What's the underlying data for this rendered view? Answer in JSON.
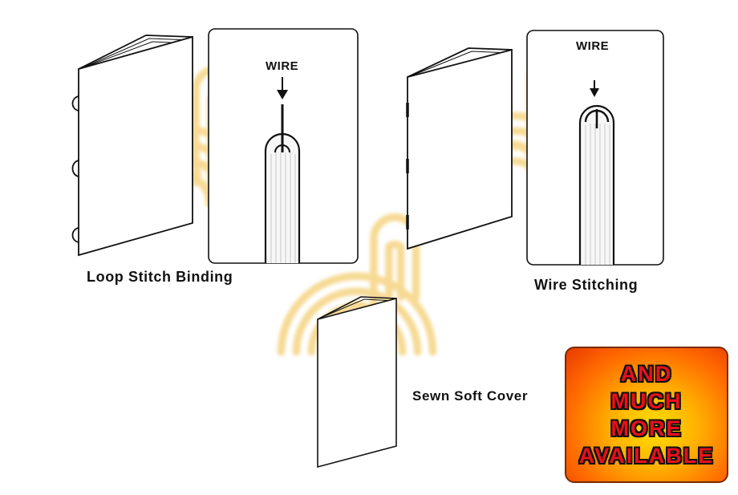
{
  "labels": {
    "loop_stitch": "Loop Stitch Binding",
    "wire_stitching": "Wire Stitching",
    "sewn_soft_cover": "Sewn Soft Cover"
  },
  "callouts": {
    "wire_1": "WIRE",
    "wire_2": "WIRE"
  },
  "badge": {
    "lines": [
      "AND",
      "MUCH",
      "MORE",
      "AVAILABLE"
    ]
  },
  "colors": {
    "line": "#111111",
    "watermark": "#f2c040",
    "badge_text": "#e8101a"
  }
}
